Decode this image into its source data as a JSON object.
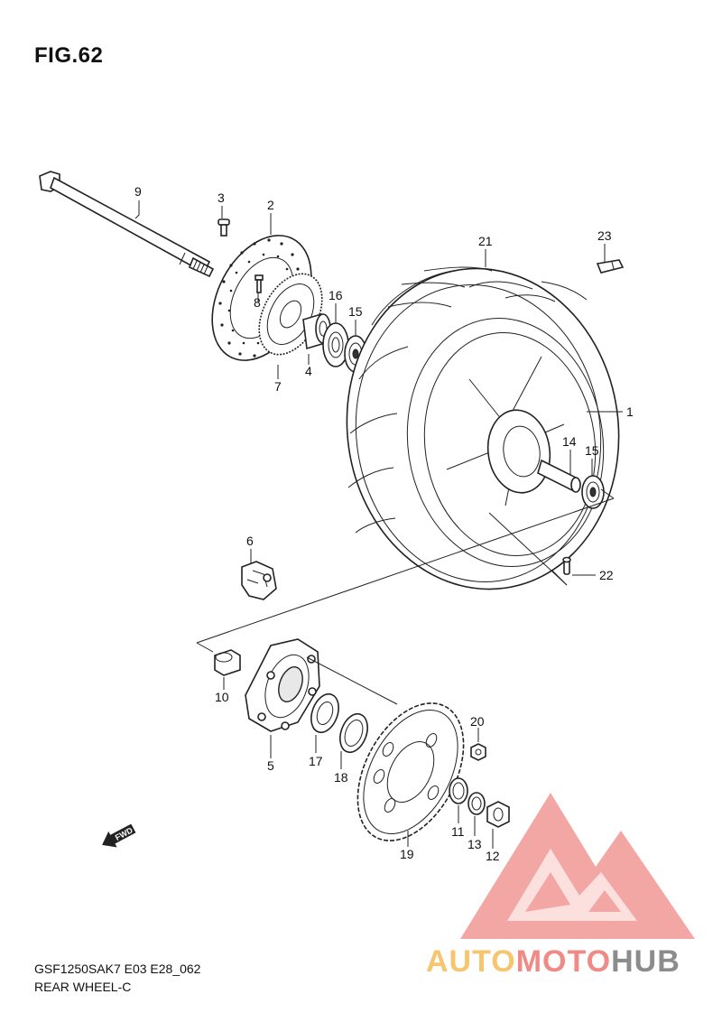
{
  "figure": {
    "title": "FIG.62"
  },
  "callouts": {
    "c1": "1",
    "c2": "2",
    "c3": "3",
    "c4": "4",
    "c5": "5",
    "c6": "6",
    "c7": "7",
    "c8": "8",
    "c9": "9",
    "c10": "10",
    "c11": "11",
    "c12": "12",
    "c13": "13",
    "c14": "14",
    "c15a": "15",
    "c15b": "15",
    "c16": "16",
    "c17": "17",
    "c18": "18",
    "c19": "19",
    "c20": "20",
    "c21": "21",
    "c22": "22",
    "c23": "23"
  },
  "fwd_arrow": {
    "label": "FWD"
  },
  "footer": {
    "model_code": "GSF1250SAK7 E03 E28_062",
    "section_name": "REAR WHEEL-C"
  },
  "watermark": {
    "part1": "AUTO",
    "part2": "MOTO",
    "part3": "HUB",
    "colors": {
      "yellow": "#f6c56e",
      "red": "#f08a86",
      "gray": "#8c8c8c"
    }
  }
}
